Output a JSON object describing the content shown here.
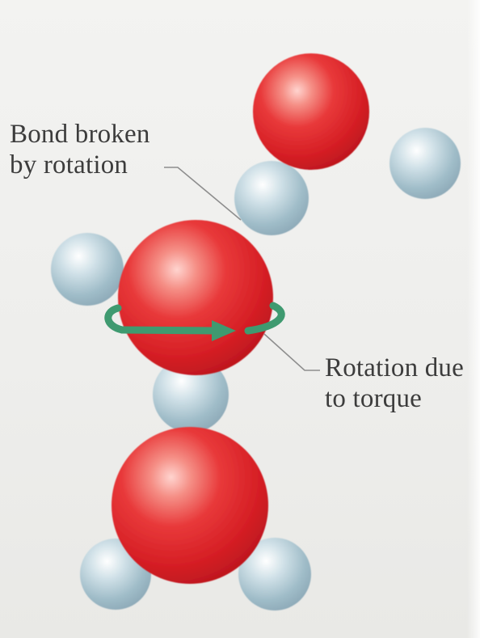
{
  "labels": {
    "bond_broken": {
      "line1": "Bond broken",
      "line2": "by rotation"
    },
    "rotation_due": {
      "line1": "Rotation due",
      "line2": "to torque"
    }
  },
  "colors": {
    "oxygen": "#e3282b",
    "hydrogen": "#a9c4cf",
    "arrow": "#3f9a70",
    "text": "#3c3c3c",
    "leader_line": "#8e8e8e",
    "background": "#f1f1ef"
  }
}
